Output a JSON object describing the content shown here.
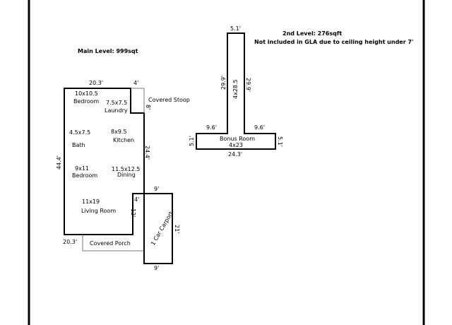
{
  "main_level": {
    "title": "Main Level: 999sqt",
    "dims": {
      "top_width": "20.3'",
      "stoop_width": "4'",
      "stoop_depth": "8'",
      "right_depth": "24.4'",
      "left_depth": "44.4'",
      "notch_width": "4'",
      "notch_depth": "12'",
      "bottom_width": "20.3'"
    },
    "rooms": {
      "bedroom1_size": "10x10.5",
      "bedroom1_name": "Bedroom",
      "laundry_size": "7.5x7.5",
      "laundry_name": "Laundry",
      "bath_size": "4.5x7.5",
      "bath_name": "Bath",
      "kitchen_size": "8x9.5",
      "kitchen_name": "Kitchen",
      "bedroom2_size": "9x11",
      "bedroom2_name": "Bedroom",
      "dining_size": "11.5x12.5",
      "dining_name": "Dining",
      "living_size": "11x19",
      "living_name": "Living Room"
    },
    "covered_stoop": "Covered Stoop",
    "covered_porch": "Covered Porch",
    "carport": {
      "label": "1 Car Carport",
      "top_width": "9'",
      "bottom_width": "9'",
      "depth": "21'"
    }
  },
  "second_level": {
    "title": "2nd Level: 276sqft",
    "note": "Not included in GLA due to ceiling height under 7'",
    "dims": {
      "stem_width": "5.1'",
      "stem_left": "29.9'",
      "stem_right": "29.9'",
      "stem_label": "4x28.5",
      "wing_left": "9.6'",
      "wing_right": "9.6'",
      "side_left": "5.1'",
      "side_right": "5.1'",
      "total_width": "24.3'"
    },
    "bonus_room_name": "Bonus Room",
    "bonus_room_size": "4x23"
  }
}
